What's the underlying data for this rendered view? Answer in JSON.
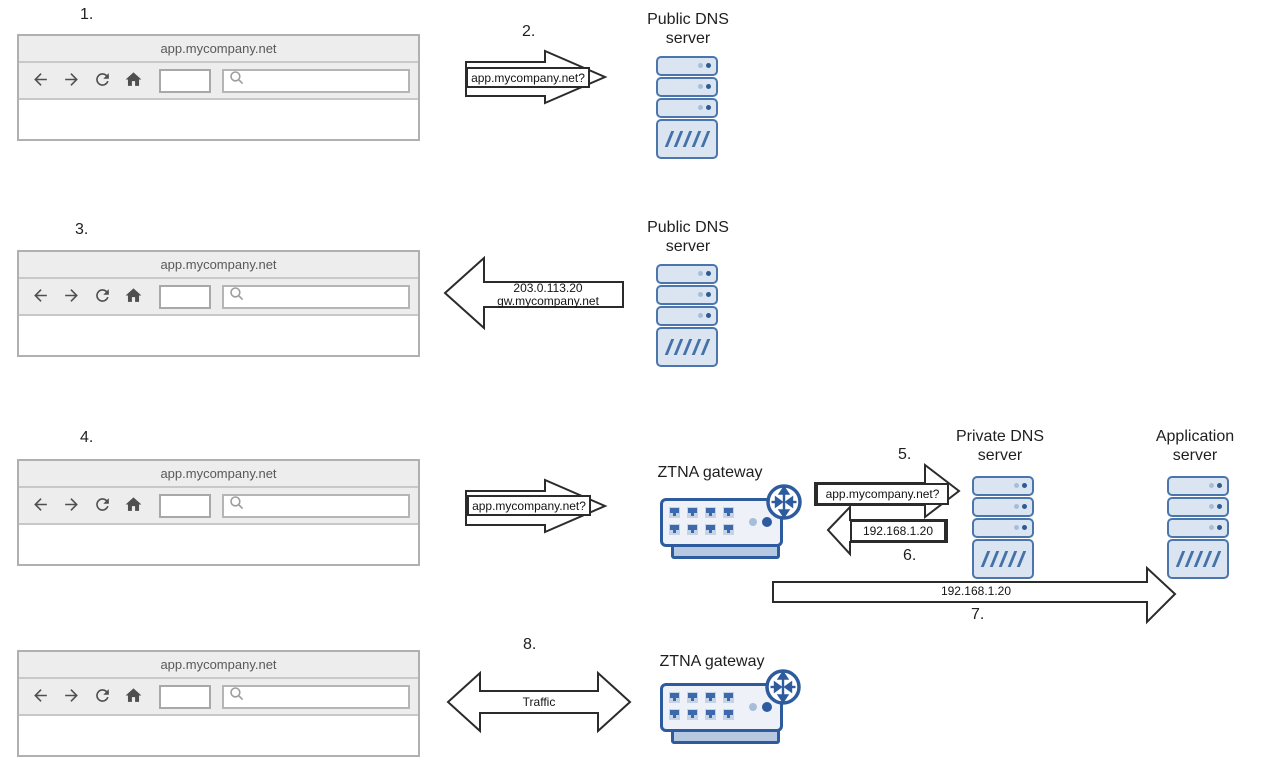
{
  "browser": {
    "title": "app.mycompany.net",
    "mini_field_value": "",
    "search_field_value": "",
    "search_field_placeholder": ""
  },
  "steps": {
    "s1": "1.",
    "s2": "2.",
    "s3": "3.",
    "s4": "4.",
    "s5": "5.",
    "s6": "6.",
    "s7": "7.",
    "s8": "8."
  },
  "nodes": {
    "public_dns": {
      "line1": "Public DNS",
      "line2": "server"
    },
    "private_dns": {
      "line1": "Private DNS",
      "line2": "server"
    },
    "application_server": {
      "line1": "Application",
      "line2": "server"
    },
    "ztna_gateway": {
      "label": "ZTNA gateway"
    }
  },
  "arrows": {
    "step2_query": "app.mycompany.net?",
    "step3_response_line1": "203.0.113.20",
    "step3_response_line2": "gw.mycompany.net",
    "step4_query": "app.mycompany.net?",
    "step5_query": "app.mycompany.net?",
    "step6_response": "192.168.1.20",
    "step7_forward": "192.168.1.20",
    "step8_traffic": "Traffic"
  },
  "icons": {
    "toolbar": [
      "back-arrow",
      "forward-arrow",
      "refresh",
      "home",
      "magnifier"
    ],
    "server": "rack-server",
    "gateway": "switch-with-router-badge"
  },
  "colors": {
    "server_border": "#4a76ad",
    "server_fill": "#dbe4f1",
    "server_dot_light": "#a7bedb",
    "server_dot_dark": "#2d5b94",
    "gateway_border": "#2d5b9e",
    "gateway_fill": "#eef2f8",
    "gateway_base_fill": "#b7c8e1",
    "port_fill": "#3c69ab",
    "arrow_outline": "#2b2b2b",
    "browser_border": "#b1afaf",
    "browser_bar_bg": "#ededed",
    "browser_title_text": "#595959",
    "toolbar_icon": "#4f4f4f"
  }
}
